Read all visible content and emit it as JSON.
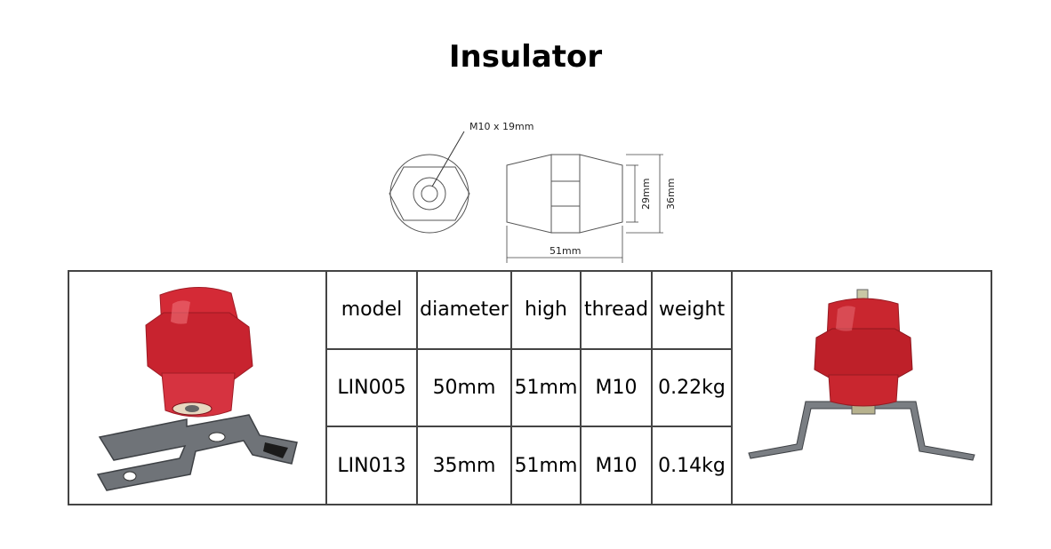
{
  "title": "Insulator",
  "drawing": {
    "thread_label": "M10 x 19mm",
    "length_label": "51mm",
    "inner_height_label": "29mm",
    "outer_height_label": "36mm"
  },
  "table": {
    "headers": [
      "model",
      "diameter",
      "high",
      "thread",
      "weight"
    ],
    "rows": [
      [
        "LIN005",
        "50mm",
        "51mm",
        "M10",
        "0.22kg"
      ],
      [
        "LIN013",
        "35mm",
        "51mm",
        "M10",
        "0.14kg"
      ]
    ]
  },
  "colors": {
    "insulator_red": "#d42a36",
    "bracket_gray": "#6f7378",
    "border": "#444444"
  }
}
